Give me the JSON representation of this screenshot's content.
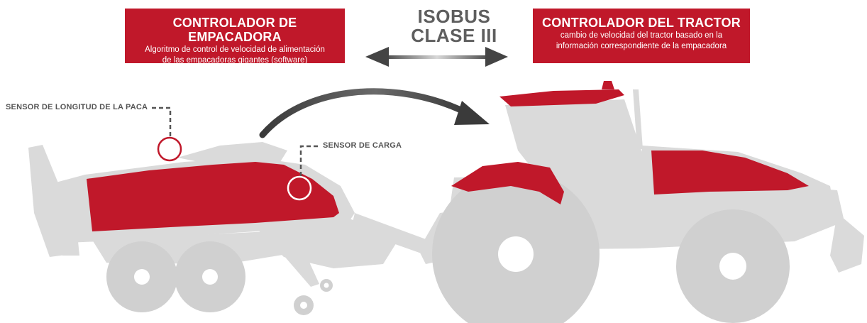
{
  "baler_controller": {
    "title": "CONTROLADOR DE EMPACADORA",
    "line1": "Algoritmo de control de velocidad de alimentación",
    "line2": "de las empacadoras gigantes (software)"
  },
  "isobus": {
    "line1": "ISOBUS",
    "line2": "CLASE III"
  },
  "tractor_controller": {
    "title": "CONTROLADOR DEL TRACTOR",
    "line1": "cambio de velocidad del tractor basado en la",
    "line2": "información correspondiente de la empacadora"
  },
  "sensors": {
    "bale_length": "SENSOR DE LONGITUD DE LA PACA",
    "load": "SENSOR DE CARGA"
  },
  "colors": {
    "accent_red": "#c0182a",
    "machine_grey": "#d9d9d9",
    "text_grey": "#555555",
    "arrow_dark": "#4a4a4a"
  }
}
